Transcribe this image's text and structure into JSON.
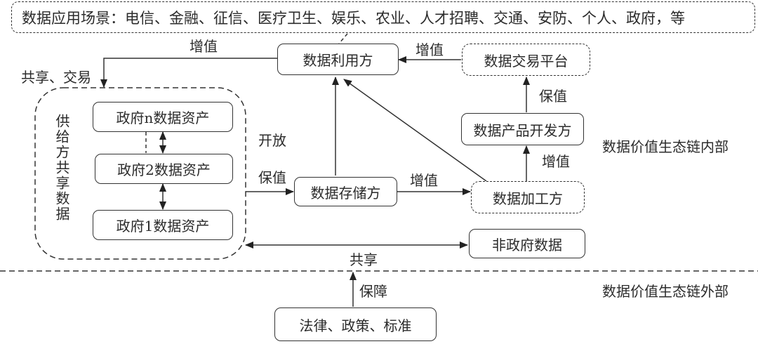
{
  "scenarios": {
    "text": "数据应用场景：电信、金融、征信、医疗卫生、娱乐、农业、人才招聘、交通、安防、个人、政府，等"
  },
  "nodes": {
    "data_user": "数据利用方",
    "trading_platform": "数据交易平台",
    "product_developer": "数据产品开发方",
    "storage": "数据存储方",
    "processor": "数据加工方",
    "gov_n": "政府n数据资产",
    "gov_2": "政府2数据资产",
    "gov_1": "政府1数据资产",
    "non_gov": "非政府数据",
    "law": "法律、政策、标准"
  },
  "group": {
    "supplier_label": "供给方共享数据"
  },
  "edge_labels": {
    "supplier_to_user_value": "增值",
    "share_trade": "共享、交易",
    "platform_to_user": "增值",
    "developer_to_platform": "保值",
    "processor_to_developer": "增值",
    "open": "开放",
    "supplier_to_storage": "保值",
    "storage_to_processor": "增值",
    "share_non_gov": "共享",
    "guarantee": "保障"
  },
  "regions": {
    "inner": "数据价值生态链内部",
    "outer": "数据价值生态链外部"
  }
}
